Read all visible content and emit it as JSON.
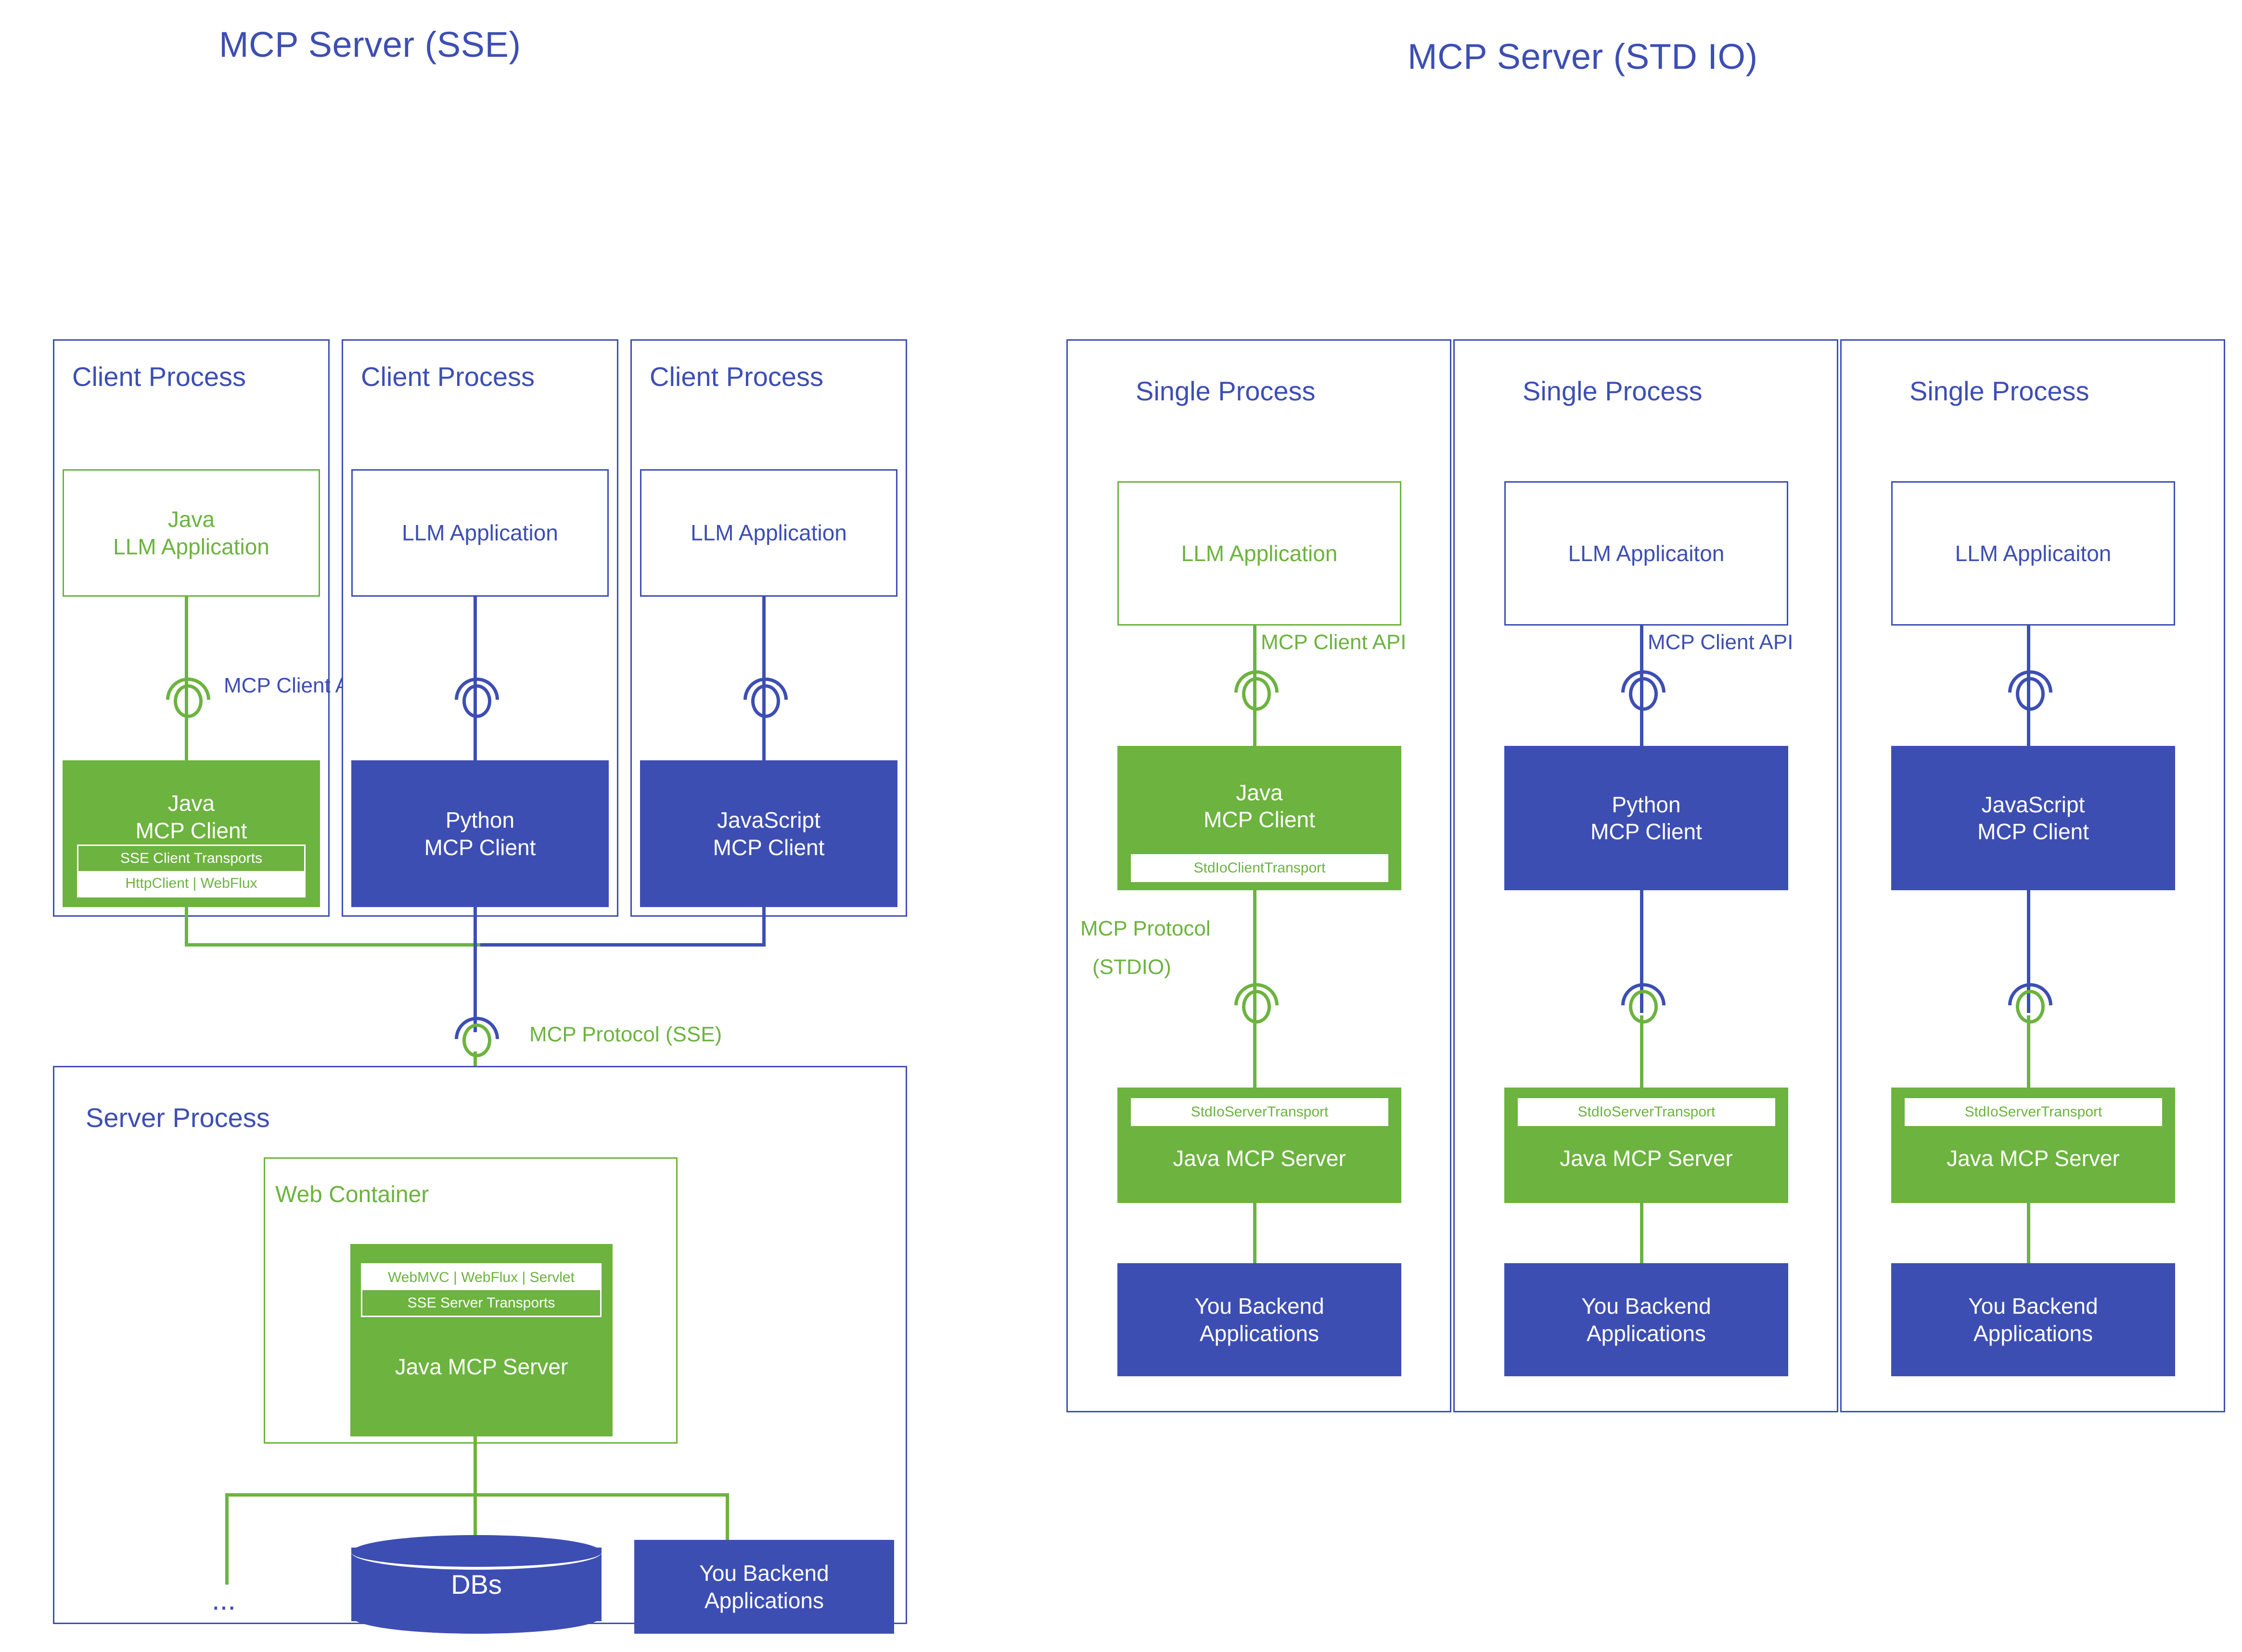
{
  "titles": {
    "left": "MCP Server (SSE)",
    "right": "MCP Server (STD IO)"
  },
  "colors": {
    "blue": "#3D4EB3",
    "green": "#6CB33F",
    "white": "#FFFFFF"
  },
  "sse_panel": {
    "client_processes": [
      {
        "title": "Client Process",
        "app": {
          "line1": "Java",
          "line2": "LLM Application",
          "style": "outline-green"
        },
        "edge_label": "MCP Client API",
        "client": {
          "line1": "Java",
          "line2": "MCP Client",
          "style": "fill-green"
        },
        "transport": {
          "header": "SSE Client Transports",
          "detail": "HttpClient | WebFlux"
        }
      },
      {
        "title": "Client Process",
        "app": {
          "line1": "LLM Application",
          "line2": "",
          "style": "outline-blue"
        },
        "edge_label": "",
        "client": {
          "line1": "Python",
          "line2": "MCP Client",
          "style": "fill-blue"
        },
        "transport": null
      },
      {
        "title": "Client Process",
        "app": {
          "line1": "LLM Application",
          "line2": "",
          "style": "outline-blue"
        },
        "edge_label": "",
        "client": {
          "line1": "JavaScript",
          "line2": "MCP Client",
          "style": "fill-blue"
        },
        "transport": null
      }
    ],
    "protocol_label": "MCP Protocol (SSE)",
    "server_process": {
      "title": "Server Process",
      "web_container": {
        "title": "Web Container"
      },
      "server": {
        "transport_detail": "WebMVC | WebFlux | Servlet",
        "transport_header": "SSE Server Transports",
        "name": "Java MCP Server"
      },
      "db": {
        "label": "DBs"
      },
      "backend": {
        "line1": "You Backend",
        "line2": "Applications"
      },
      "ellipsis": "..."
    }
  },
  "stdio_panel": {
    "single_processes": [
      {
        "title": "Single Process",
        "app": {
          "line1": "LLM Application",
          "style": "outline-green"
        },
        "client_api_label": "MCP Client API",
        "client_api_label_color": "green",
        "client": {
          "line1": "Java",
          "line2": "MCP Client",
          "style": "fill-green"
        },
        "client_transport": "StdIoClientTransport",
        "protocol_label_line1": "MCP Protocol",
        "protocol_label_line2": "(STDIO)",
        "server_transport": "StdIoServerTransport",
        "server": "Java MCP Server",
        "backend": {
          "line1": "You Backend",
          "line2": "Applications"
        }
      },
      {
        "title": "Single Process",
        "app": {
          "line1": "LLM Applicaiton",
          "style": "outline-blue"
        },
        "client_api_label": "MCP Client API",
        "client_api_label_color": "blue",
        "client": {
          "line1": "Python",
          "line2": "MCP Client",
          "style": "fill-blue"
        },
        "client_transport": null,
        "protocol_label_line1": "",
        "protocol_label_line2": "",
        "server_transport": "StdIoServerTransport",
        "server": "Java MCP Server",
        "backend": {
          "line1": "You Backend",
          "line2": "Applications"
        }
      },
      {
        "title": "Single Process",
        "app": {
          "line1": "LLM Applicaiton",
          "style": "outline-blue"
        },
        "client_api_label": "",
        "client_api_label_color": "blue",
        "client": {
          "line1": "JavaScript",
          "line2": "MCP Client",
          "style": "fill-blue"
        },
        "client_transport": null,
        "protocol_label_line1": "",
        "protocol_label_line2": "",
        "server_transport": "StdIoServerTransport",
        "server": "Java MCP Server",
        "backend": {
          "line1": "You Backend",
          "line2": "Applications"
        }
      }
    ]
  }
}
